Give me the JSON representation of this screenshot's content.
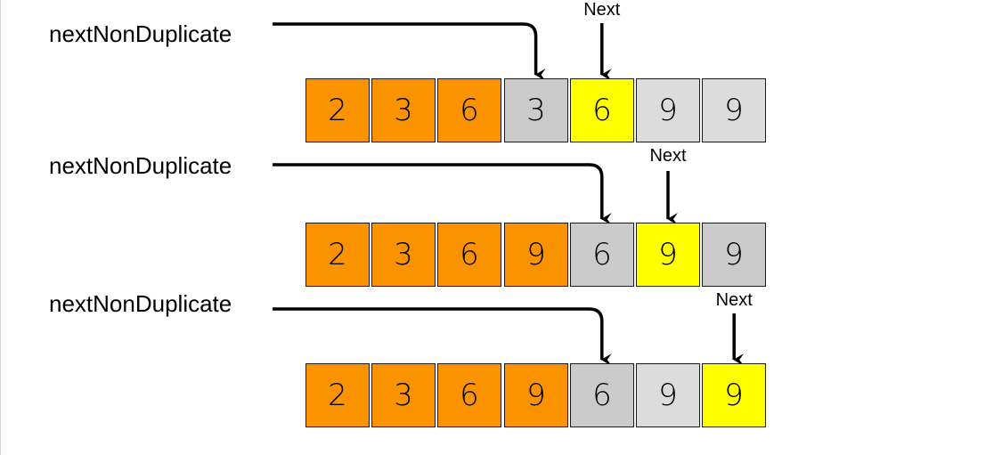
{
  "colors": {
    "processed": "#fb9200",
    "next": "#ffff00",
    "pointer_target": "#cbcbcb",
    "remaining": "#dcdcdc",
    "arrow": "#000000"
  },
  "steps": [
    {
      "pointer_label": "nextNonDuplicate",
      "next_label": "Next",
      "pointer_index": 3,
      "next_index": 4,
      "cells": [
        {
          "value": "2",
          "state": "processed"
        },
        {
          "value": "3",
          "state": "processed"
        },
        {
          "value": "6",
          "state": "processed"
        },
        {
          "value": "3",
          "state": "pointer_target"
        },
        {
          "value": "6",
          "state": "next"
        },
        {
          "value": "9",
          "state": "remaining"
        },
        {
          "value": "9",
          "state": "remaining"
        }
      ]
    },
    {
      "pointer_label": "nextNonDuplicate",
      "next_label": "Next",
      "pointer_index": 4,
      "next_index": 5,
      "cells": [
        {
          "value": "2",
          "state": "processed"
        },
        {
          "value": "3",
          "state": "processed"
        },
        {
          "value": "6",
          "state": "processed"
        },
        {
          "value": "9",
          "state": "processed"
        },
        {
          "value": "6",
          "state": "pointer_target"
        },
        {
          "value": "9",
          "state": "next"
        },
        {
          "value": "9",
          "state": "pointer_target"
        }
      ]
    },
    {
      "pointer_label": "nextNonDuplicate",
      "next_label": "Next",
      "pointer_index": 4,
      "next_index": 6,
      "cells": [
        {
          "value": "2",
          "state": "processed"
        },
        {
          "value": "3",
          "state": "processed"
        },
        {
          "value": "6",
          "state": "processed"
        },
        {
          "value": "9",
          "state": "processed"
        },
        {
          "value": "6",
          "state": "pointer_target"
        },
        {
          "value": "9",
          "state": "remaining"
        },
        {
          "value": "9",
          "state": "next"
        }
      ]
    }
  ]
}
